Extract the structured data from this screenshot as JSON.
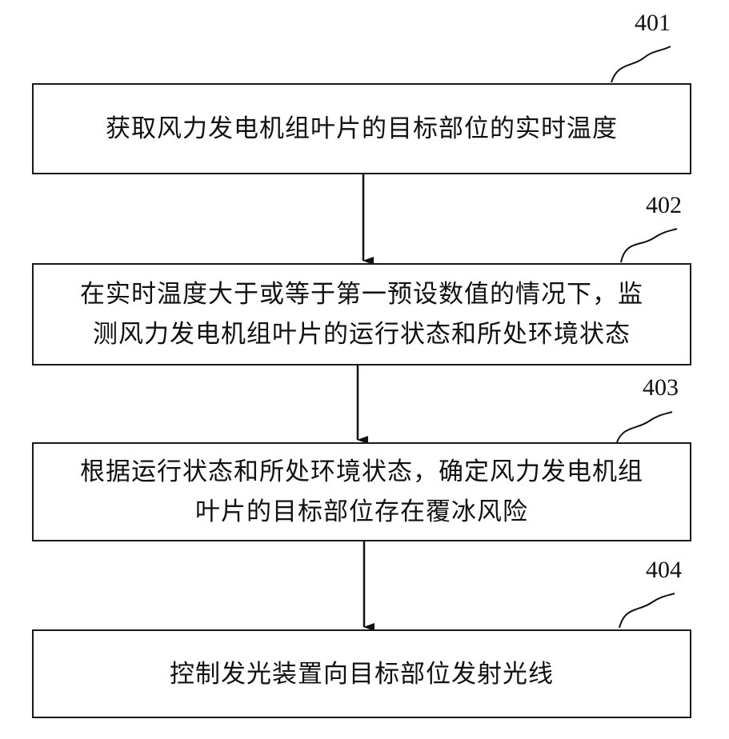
{
  "steps": [
    {
      "number": "401",
      "lines": [
        "获取风力发电机组叶片的目标部位的实时温度"
      ]
    },
    {
      "number": "402",
      "lines": [
        "在实时温度大于或等于第一预设数值的情况下，监",
        "测风力发电机组叶片的运行状态和所处环境状态"
      ]
    },
    {
      "number": "403",
      "lines": [
        "根据运行状态和所处环境状态，确定风力发电机组",
        "叶片的目标部位存在覆冰风险"
      ]
    },
    {
      "number": "404",
      "lines": [
        "控制发光装置向目标部位发射光线"
      ]
    }
  ]
}
